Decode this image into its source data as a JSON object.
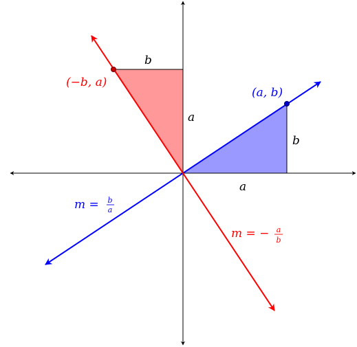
{
  "colors": {
    "axis": "#000000",
    "blue": "#0000ff",
    "red": "#ff0000",
    "blue_fill": "#9999ff",
    "red_fill": "#ff9999"
  },
  "blue_point": {
    "label": "(a, b)",
    "legs": {
      "horizontal": "a",
      "vertical": "b"
    },
    "slope": {
      "prefix": "m = ",
      "numerator": "b",
      "denominator": "a"
    }
  },
  "red_point": {
    "label": "(−b, a)",
    "legs": {
      "horizontal": "b",
      "vertical": "a"
    },
    "slope": {
      "prefix": "m = −",
      "numerator": "a",
      "denominator": "b"
    }
  }
}
